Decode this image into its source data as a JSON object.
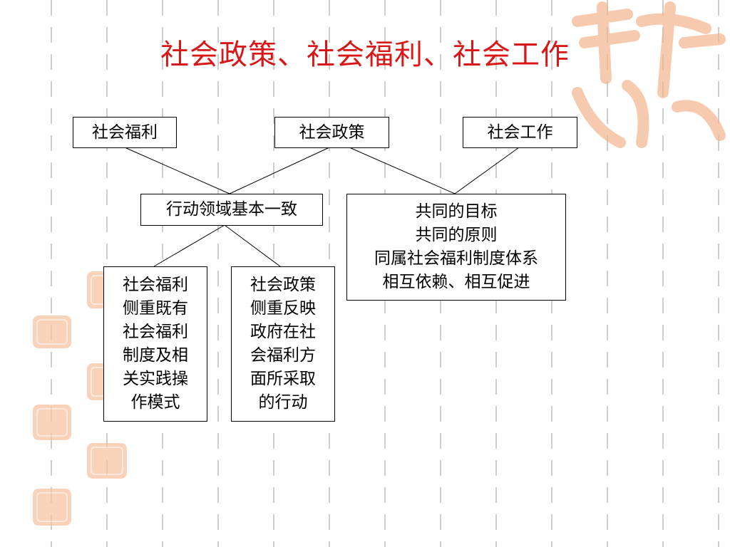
{
  "slide": {
    "title": "社会政策、社会福利、社会工作"
  },
  "nodes": {
    "welfare": {
      "lines": [
        "社会福利"
      ]
    },
    "policy": {
      "lines": [
        "社会政策"
      ]
    },
    "work": {
      "lines": [
        "社会工作"
      ]
    },
    "consistent": {
      "lines": [
        "行动领域基本一致"
      ]
    },
    "common": {
      "lines": [
        "共同的目标",
        "共同的原则",
        "同属社会福利制度体系",
        "相互依赖、相互促进"
      ]
    },
    "welfare_focus": {
      "lines": [
        "社会福利",
        "侧重既有",
        "社会福利",
        "制度及相",
        "关实践操",
        "作模式"
      ]
    },
    "policy_focus": {
      "lines": [
        "社会政策",
        "侧重反映",
        "政府在社",
        "会福利方",
        "面所采取",
        "的行动"
      ]
    }
  },
  "colors": {
    "title": "#d81818",
    "seal": "#f7c3a3"
  },
  "icons": [
    "decorative-seal-icon"
  ]
}
